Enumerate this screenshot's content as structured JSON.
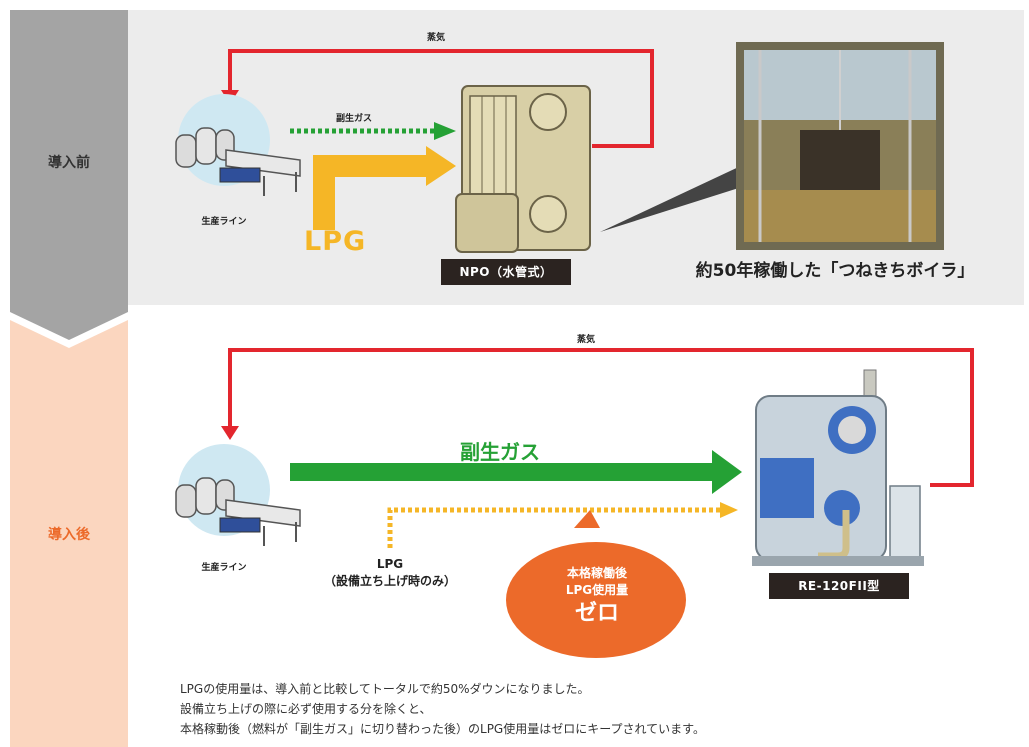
{
  "tabs": {
    "before": "導入前",
    "after": "導入後"
  },
  "before": {
    "steam_label": "蒸気",
    "byproduct_gas_label": "副生ガス",
    "lpg_label": "LPG",
    "production_line_label": "生産ライン",
    "boiler_label": "NPO（水管式）",
    "photo_caption": "約50年稼働した「つねきちボイラ」"
  },
  "after": {
    "steam_label": "蒸気",
    "byproduct_gas_label": "副生ガス",
    "lpg_label": "LPG",
    "lpg_note": "（設備立ち上げ時のみ）",
    "production_line_label": "生産ライン",
    "boiler_label": "RE-120FII型",
    "bubble": {
      "line1": "本格稼働後",
      "line2": "LPG使用量",
      "line3": "ゼロ"
    }
  },
  "note": {
    "line1": "LPGの使用量は、導入前と比較してトータルで約50%ダウンになりました。",
    "line2": "設備立ち上げの際に必ず使用する分を除くと、",
    "line3": "本格稼動後（燃料が「副生ガス」に切り替わった後）のLPG使用量はゼロにキープされています。"
  },
  "colors": {
    "steam": "#e3262e",
    "byproduct_gas": "#25a135",
    "lpg": "#f5b626",
    "bubble": "#ec6a2a",
    "after_tab": "#fbd6bf",
    "before_tab": "#a4a4a4"
  }
}
